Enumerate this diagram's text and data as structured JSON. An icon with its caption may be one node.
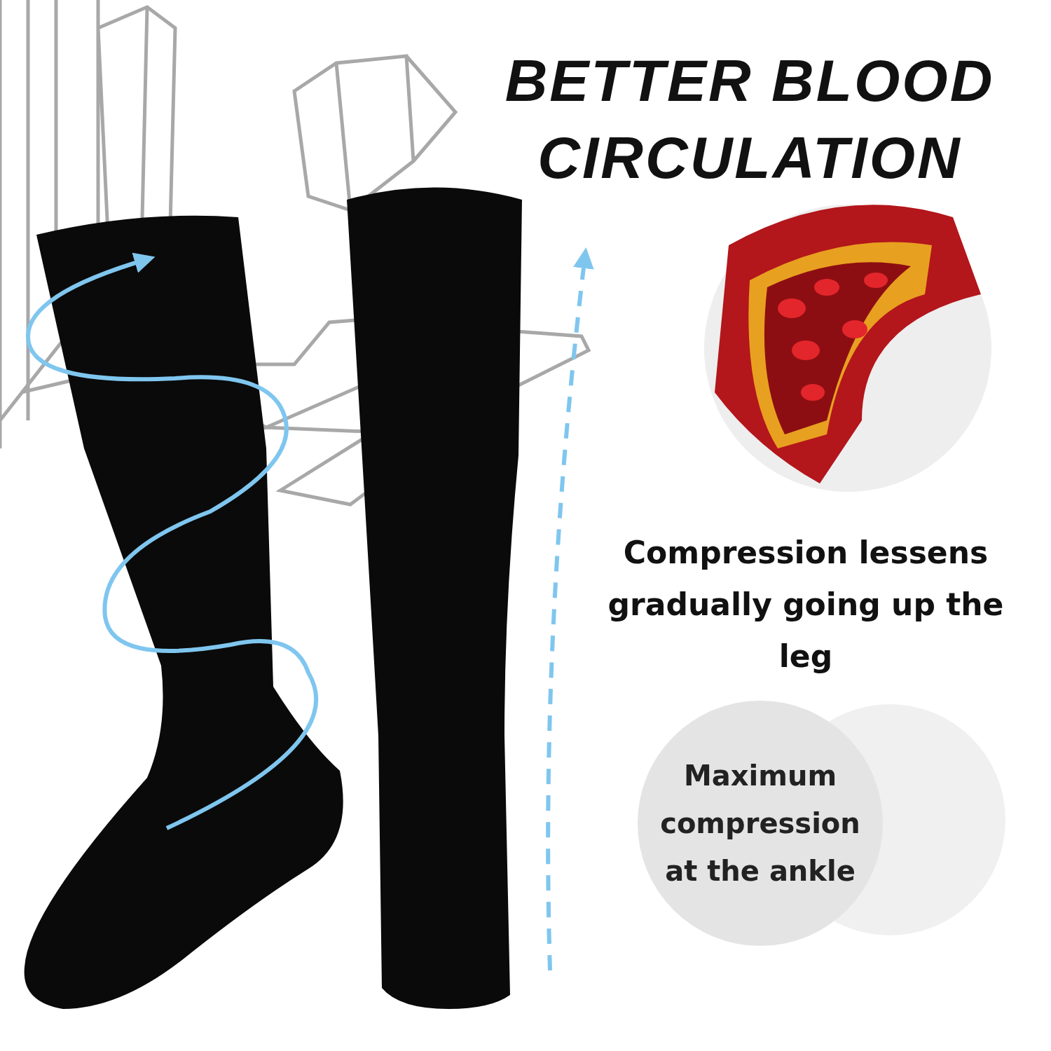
{
  "diagram": {
    "title": "BETTER BLOOD CIRCULATION",
    "nodes": [
      {
        "text": [
          "Maximum compression at the ankle"
        ]
      }
    ],
    "labels": [
      "Compression lessens gradually going up the leg"
    ]
  }
}
